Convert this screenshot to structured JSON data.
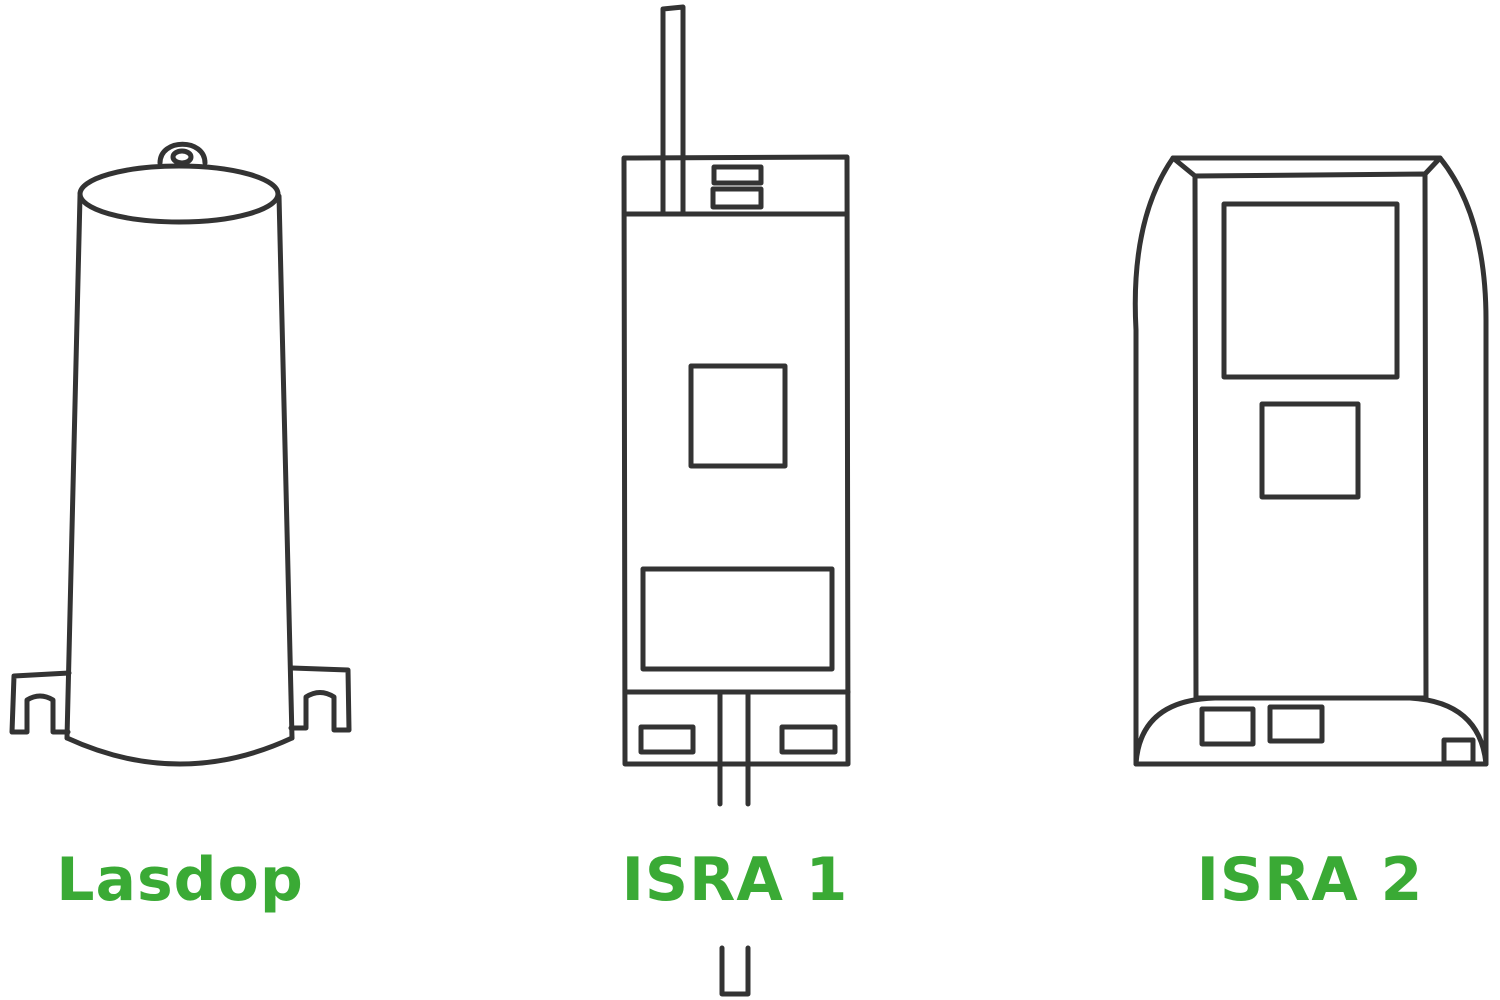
{
  "colors": {
    "line": "#333333",
    "label": "#3aaa35",
    "background": "#ffffff"
  },
  "devices": [
    {
      "id": "lasdop",
      "label": "Lasdop"
    },
    {
      "id": "isra1",
      "label": "ISRA 1"
    },
    {
      "id": "isra2",
      "label": "ISRA 2"
    }
  ]
}
